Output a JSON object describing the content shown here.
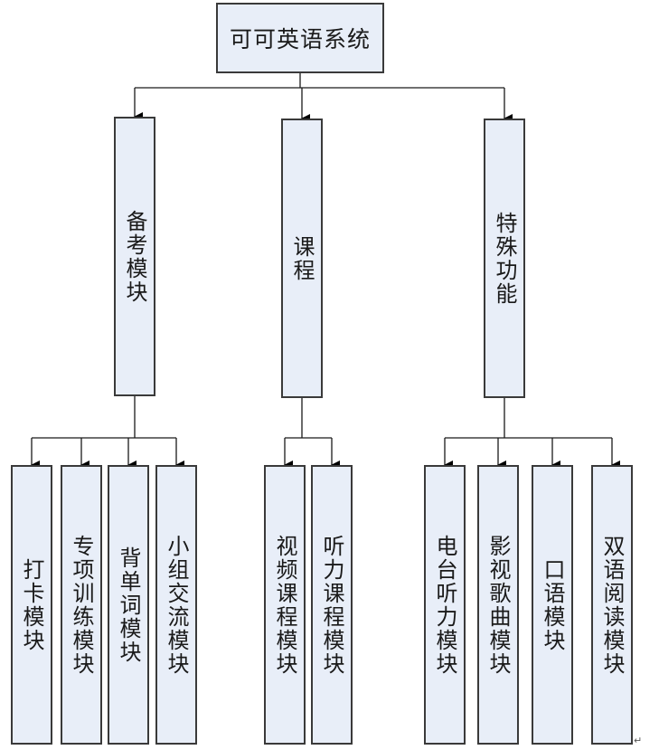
{
  "diagram": {
    "type": "hierarchy",
    "root": {
      "label": "可可英语系统"
    },
    "level1": [
      {
        "label": "备考模块"
      },
      {
        "label": "课程"
      },
      {
        "label": "特殊功能"
      }
    ],
    "level2": [
      {
        "parent": 0,
        "label": "打卡模块"
      },
      {
        "parent": 0,
        "label": "专项训练模块"
      },
      {
        "parent": 0,
        "label": "背单词模块"
      },
      {
        "parent": 0,
        "label": "小组交流模块"
      },
      {
        "parent": 1,
        "label": "视频课程模块"
      },
      {
        "parent": 1,
        "label": "听力课程模块"
      },
      {
        "parent": 2,
        "label": "电台听力模块"
      },
      {
        "parent": 2,
        "label": "影视歌曲模块"
      },
      {
        "parent": 2,
        "label": "口语模块"
      },
      {
        "parent": 2,
        "label": "双语阅读模块"
      }
    ],
    "colors": {
      "box_fill": "#e8eef8",
      "box_border": "#3a3a3a",
      "line": "#1a1a1a"
    },
    "paragraph_mark": "↵"
  }
}
